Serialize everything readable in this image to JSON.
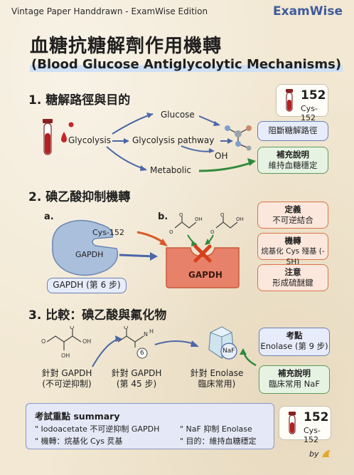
{
  "header": {
    "edition": "Vintage Paper Handdrawn - ExamWise Edition",
    "brand": "ExamWise"
  },
  "title": {
    "cn": "血糖抗糖解劑作用機轉",
    "en": "(Blood Glucose Antiglycolytic Mechanisms)"
  },
  "badge": {
    "value": "152",
    "label": "Cys-152"
  },
  "section1": {
    "heading": "1. 糖解路徑與目的",
    "glycolysis": "Glycolysis",
    "glucose": "Glucose",
    "pathway": "Glycolysis pathway",
    "oh": "OH",
    "metabolic": "Metabolic",
    "block": "阻斷糖解路徑",
    "note_title": "補充說明",
    "note_body": "維持血糖穩定"
  },
  "section2": {
    "heading": "2. 碘乙酸抑制機轉",
    "a": "a.",
    "b": "b.",
    "cys": "Cys-152",
    "gapdh": "GAPDH",
    "gapdh_tag": "GAPDH (第 6 步)",
    "gapdh_enzyme": "GAPDH",
    "def_title": "定義",
    "def_body": "不可逆結合",
    "mech_title": "機轉",
    "mech_body": "烷基化 Cys 殘基 (-SH)",
    "note_title": "注意",
    "note_body": "形成硫醚鍵"
  },
  "section3": {
    "heading": "3. 比較：碘乙酸與氟化物",
    "c1_line1": "針對 GAPDH",
    "c1_line2": "(不可逆抑制)",
    "c2_line1": "針對 GAPDH",
    "c2_line2": "(第 45 步)",
    "c3_line1": "針對 Enolase",
    "c3_line2": "臨床常用)",
    "naf": "NaF",
    "six": "6",
    "point_title": "考點",
    "point_body": "Enolase (第 9 步)",
    "note_title": "補充說明",
    "note_body": "臨床常用 NaF"
  },
  "summary": {
    "heading": "考試重點 summary",
    "l1": "\" Iodoacetate 不可逆抑制 GAPDH",
    "l2": "\" NaF 抑制 Enolase",
    "l3": "\" 機轉：烷基化 Cys 烎基",
    "l4": "\" 目的：維持血糖穩定"
  },
  "footer": {
    "by": "by"
  },
  "colors": {
    "blue": "#3f5b9c",
    "green": "#4c8f4c",
    "orange": "#d9744a",
    "red_tube": "#b3201f"
  }
}
